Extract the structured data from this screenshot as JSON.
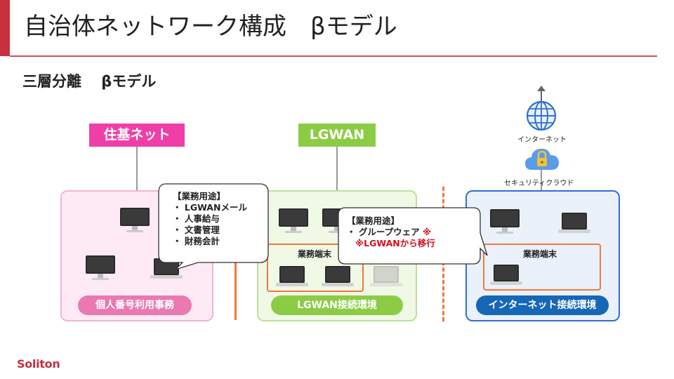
{
  "title": "自治体ネットワーク構成　βモデル",
  "subtitle": "三層分離　 βモデル",
  "networks": {
    "jyuki": "住基ネット",
    "lgwan": "LGWAN",
    "internet": "インターネット",
    "cloud": "セキュリティクラウド"
  },
  "zones": {
    "pink": "個人番号利用事務",
    "green": "LGWAN接続環境",
    "blue": "インターネット接続環境"
  },
  "gyomu_label": "業務端末",
  "callout1": {
    "heading": "【業務用途】",
    "items": [
      "・ LGWANメール",
      "・ 人事給与",
      "・ 文書管理",
      "・ 財務会計"
    ]
  },
  "callout2": {
    "heading": "【業務用途】",
    "item": "・ グループウェア",
    "mark": "※",
    "note": "※LGWANから移行"
  },
  "logo": "Soliton",
  "colors": {
    "accent": "#c8303c",
    "jyuki": "#ef3fa7",
    "lgwan": "#8ccc45",
    "internet_zone": "#1767b7",
    "separator": "#ee7a3d"
  },
  "icons": [
    "monitor-icon",
    "laptop-icon",
    "globe-icon",
    "cloud-lock-icon",
    "arrow-up-icon"
  ]
}
